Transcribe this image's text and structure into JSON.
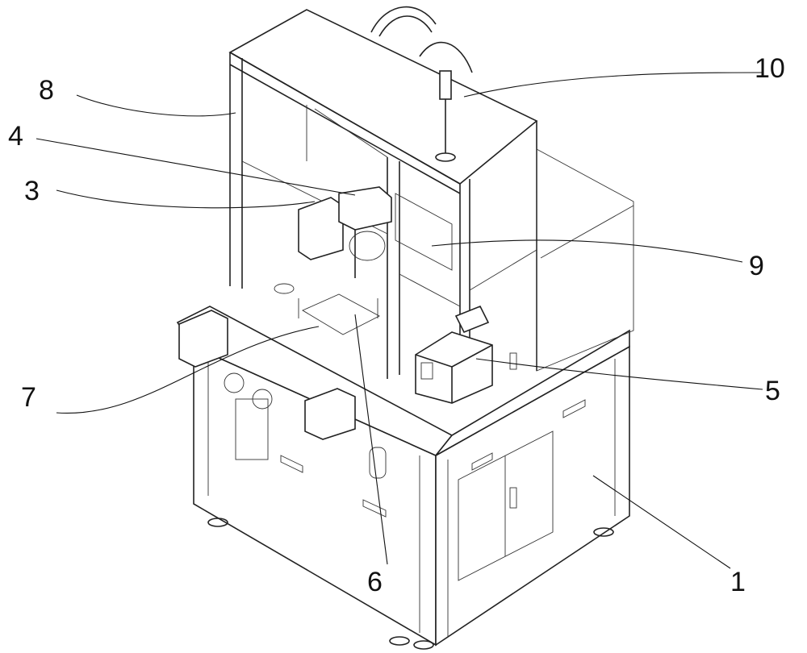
{
  "figure": {
    "labels": [
      {
        "id": "1",
        "text": "1"
      },
      {
        "id": "3",
        "text": "3"
      },
      {
        "id": "4",
        "text": "4"
      },
      {
        "id": "5",
        "text": "5"
      },
      {
        "id": "6",
        "text": "6"
      },
      {
        "id": "7",
        "text": "7"
      },
      {
        "id": "8",
        "text": "8"
      },
      {
        "id": "9",
        "text": "9"
      },
      {
        "id": "10",
        "text": "10"
      }
    ]
  }
}
